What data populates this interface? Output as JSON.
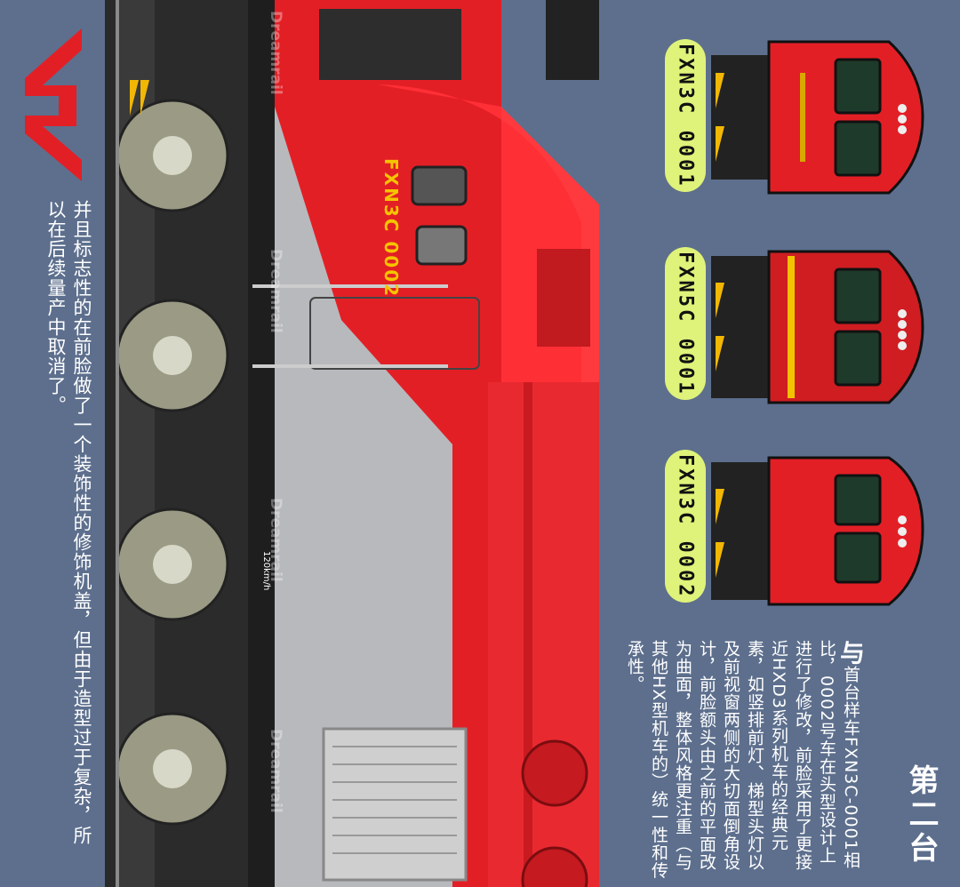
{
  "caption": "并且标志性的在前脸做了一个装饰性的修饰机盖，但由于造型过于复杂，所以在后续量产中取消了。",
  "loco_side_number": "FXN3C 0002",
  "variants": [
    {
      "label": "FXN3C 0001",
      "plate": "FXN3C 0001",
      "stripe": "#d9a700"
    },
    {
      "label": "FXN5C 0001",
      "plate": "FXN5C 0001",
      "stripe": "#f2c200"
    },
    {
      "label": "FXN3C 0002",
      "plate": "FXN3C 0002",
      "stripe": "#ffffff"
    }
  ],
  "section_title": "第二台",
  "description_lead": "与",
  "description": "首台样车FXN3C-0001相比，0002号车在头型设计上进行了修改，前脸采用了更接近HXD3系列机车的经典元素，如竖排前灯、梯型头灯以及前视窗两侧的大切面倒角设计，前脸额头由之前的平面改为曲面，整体风格更注重（与其他HX型机车的）统一性和传承性。",
  "watermark": "Dreamrail",
  "speed_label": "120km/h",
  "colors": {
    "background": "#5d6f8d",
    "loco_red": "#e31f26",
    "loco_grey": "#b7b9bc",
    "bogie": "#2b2b2b",
    "pill": "#dff27a"
  }
}
